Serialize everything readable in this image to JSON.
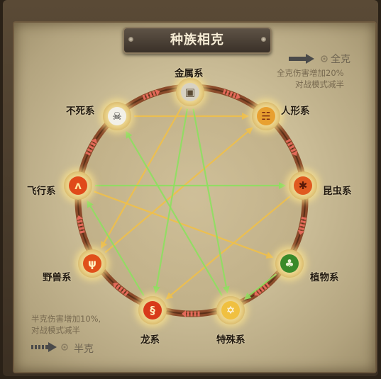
{
  "title": "种族相克",
  "legend": {
    "full": {
      "label": "全克",
      "desc_line1": "全克伤害增加20%",
      "desc_line2": "对战模式减半"
    },
    "half": {
      "label": "半克",
      "desc_line1": "半克伤害增加10%,",
      "desc_line2": "对战模式减半"
    }
  },
  "races": [
    {
      "id": "metal",
      "label": "金属系",
      "icon": "metal-block-icon"
    },
    {
      "id": "humanoid",
      "label": "人形系",
      "icon": "humanoid-emblem-icon"
    },
    {
      "id": "insect",
      "label": "昆虫系",
      "icon": "beetle-icon"
    },
    {
      "id": "plant",
      "label": "植物系",
      "icon": "leaf-icon"
    },
    {
      "id": "special",
      "label": "特殊系",
      "icon": "star-of-david-icon"
    },
    {
      "id": "dragon",
      "label": "龙系",
      "icon": "dragon-icon"
    },
    {
      "id": "beast",
      "label": "野兽系",
      "icon": "claw-mark-icon"
    },
    {
      "id": "flying",
      "label": "飞行系",
      "icon": "wing-icon"
    },
    {
      "id": "undead",
      "label": "不死系",
      "icon": "skull-icon"
    }
  ],
  "colors": {
    "full_arrow": "#f0c04a",
    "half_arrow": "#8ee060",
    "ring": "#8a4a2a",
    "ring_arrow": "#e36a5a"
  }
}
